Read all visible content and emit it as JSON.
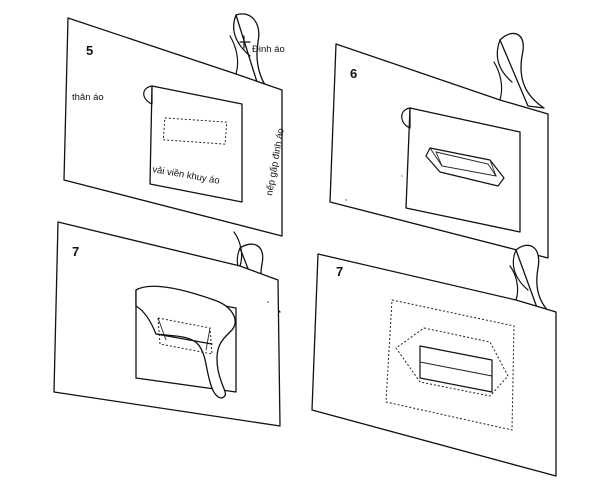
{
  "panels": [
    {
      "step": "5",
      "labels": {
        "collar": "Đinh áo",
        "body": "thân áo",
        "facing": "vải viền khuy áo",
        "fold": "nếp gấp đinh áo"
      }
    },
    {
      "step": "6"
    },
    {
      "step": "7"
    },
    {
      "step": "7"
    }
  ]
}
